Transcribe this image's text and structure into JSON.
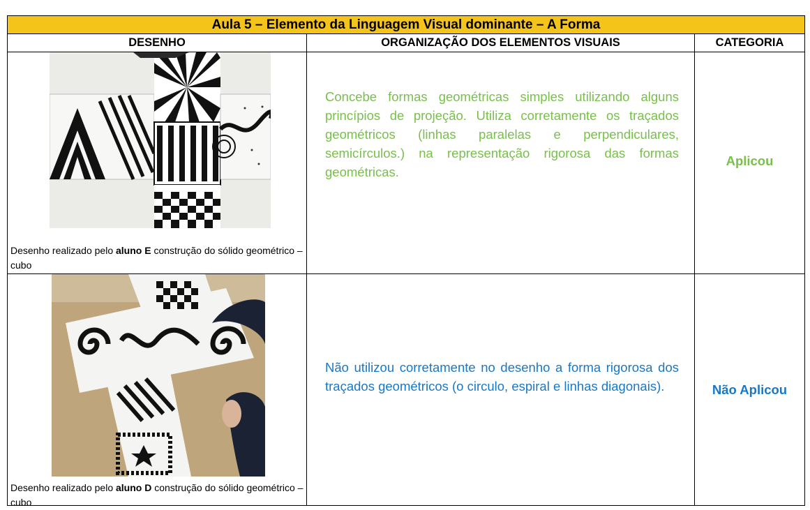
{
  "title": "Aula 5 – Elemento da Linguagem Visual dominante – A Forma",
  "headers": {
    "drawing": "DESENHO",
    "organization": "ORGANIZAÇÃO DOS ELEMENTOS VISUAIS",
    "category": "CATEGORIA"
  },
  "rows": [
    {
      "caption_pre": "Desenho realizado pelo ",
      "caption_student": "aluno E",
      "caption_post": " construção do sólido geométrico – cubo",
      "description": "Concebe formas geométricas simples utilizando alguns princípios de projeção. Utiliza corretamente os traçados geométricos (linhas paralelas e perpendiculares, semicírculos.) na representação rigorosa das formas geométricas.",
      "category": "Aplicou",
      "color": "#78c04a"
    },
    {
      "caption_pre": "Desenho realizado pelo ",
      "caption_student": "aluno D",
      "caption_post": " construção do sólido geométrico – cubo",
      "description": "Não utilizou corretamente no desenho a forma rigorosa dos traçados geométricos (o circulo, espiral e linhas diagonais).",
      "category": "Não Aplicou",
      "color": "#1878c8"
    }
  ],
  "colors": {
    "title_background": "#f5c41b",
    "applied": "#78c04a",
    "not_applied": "#1878c8"
  }
}
